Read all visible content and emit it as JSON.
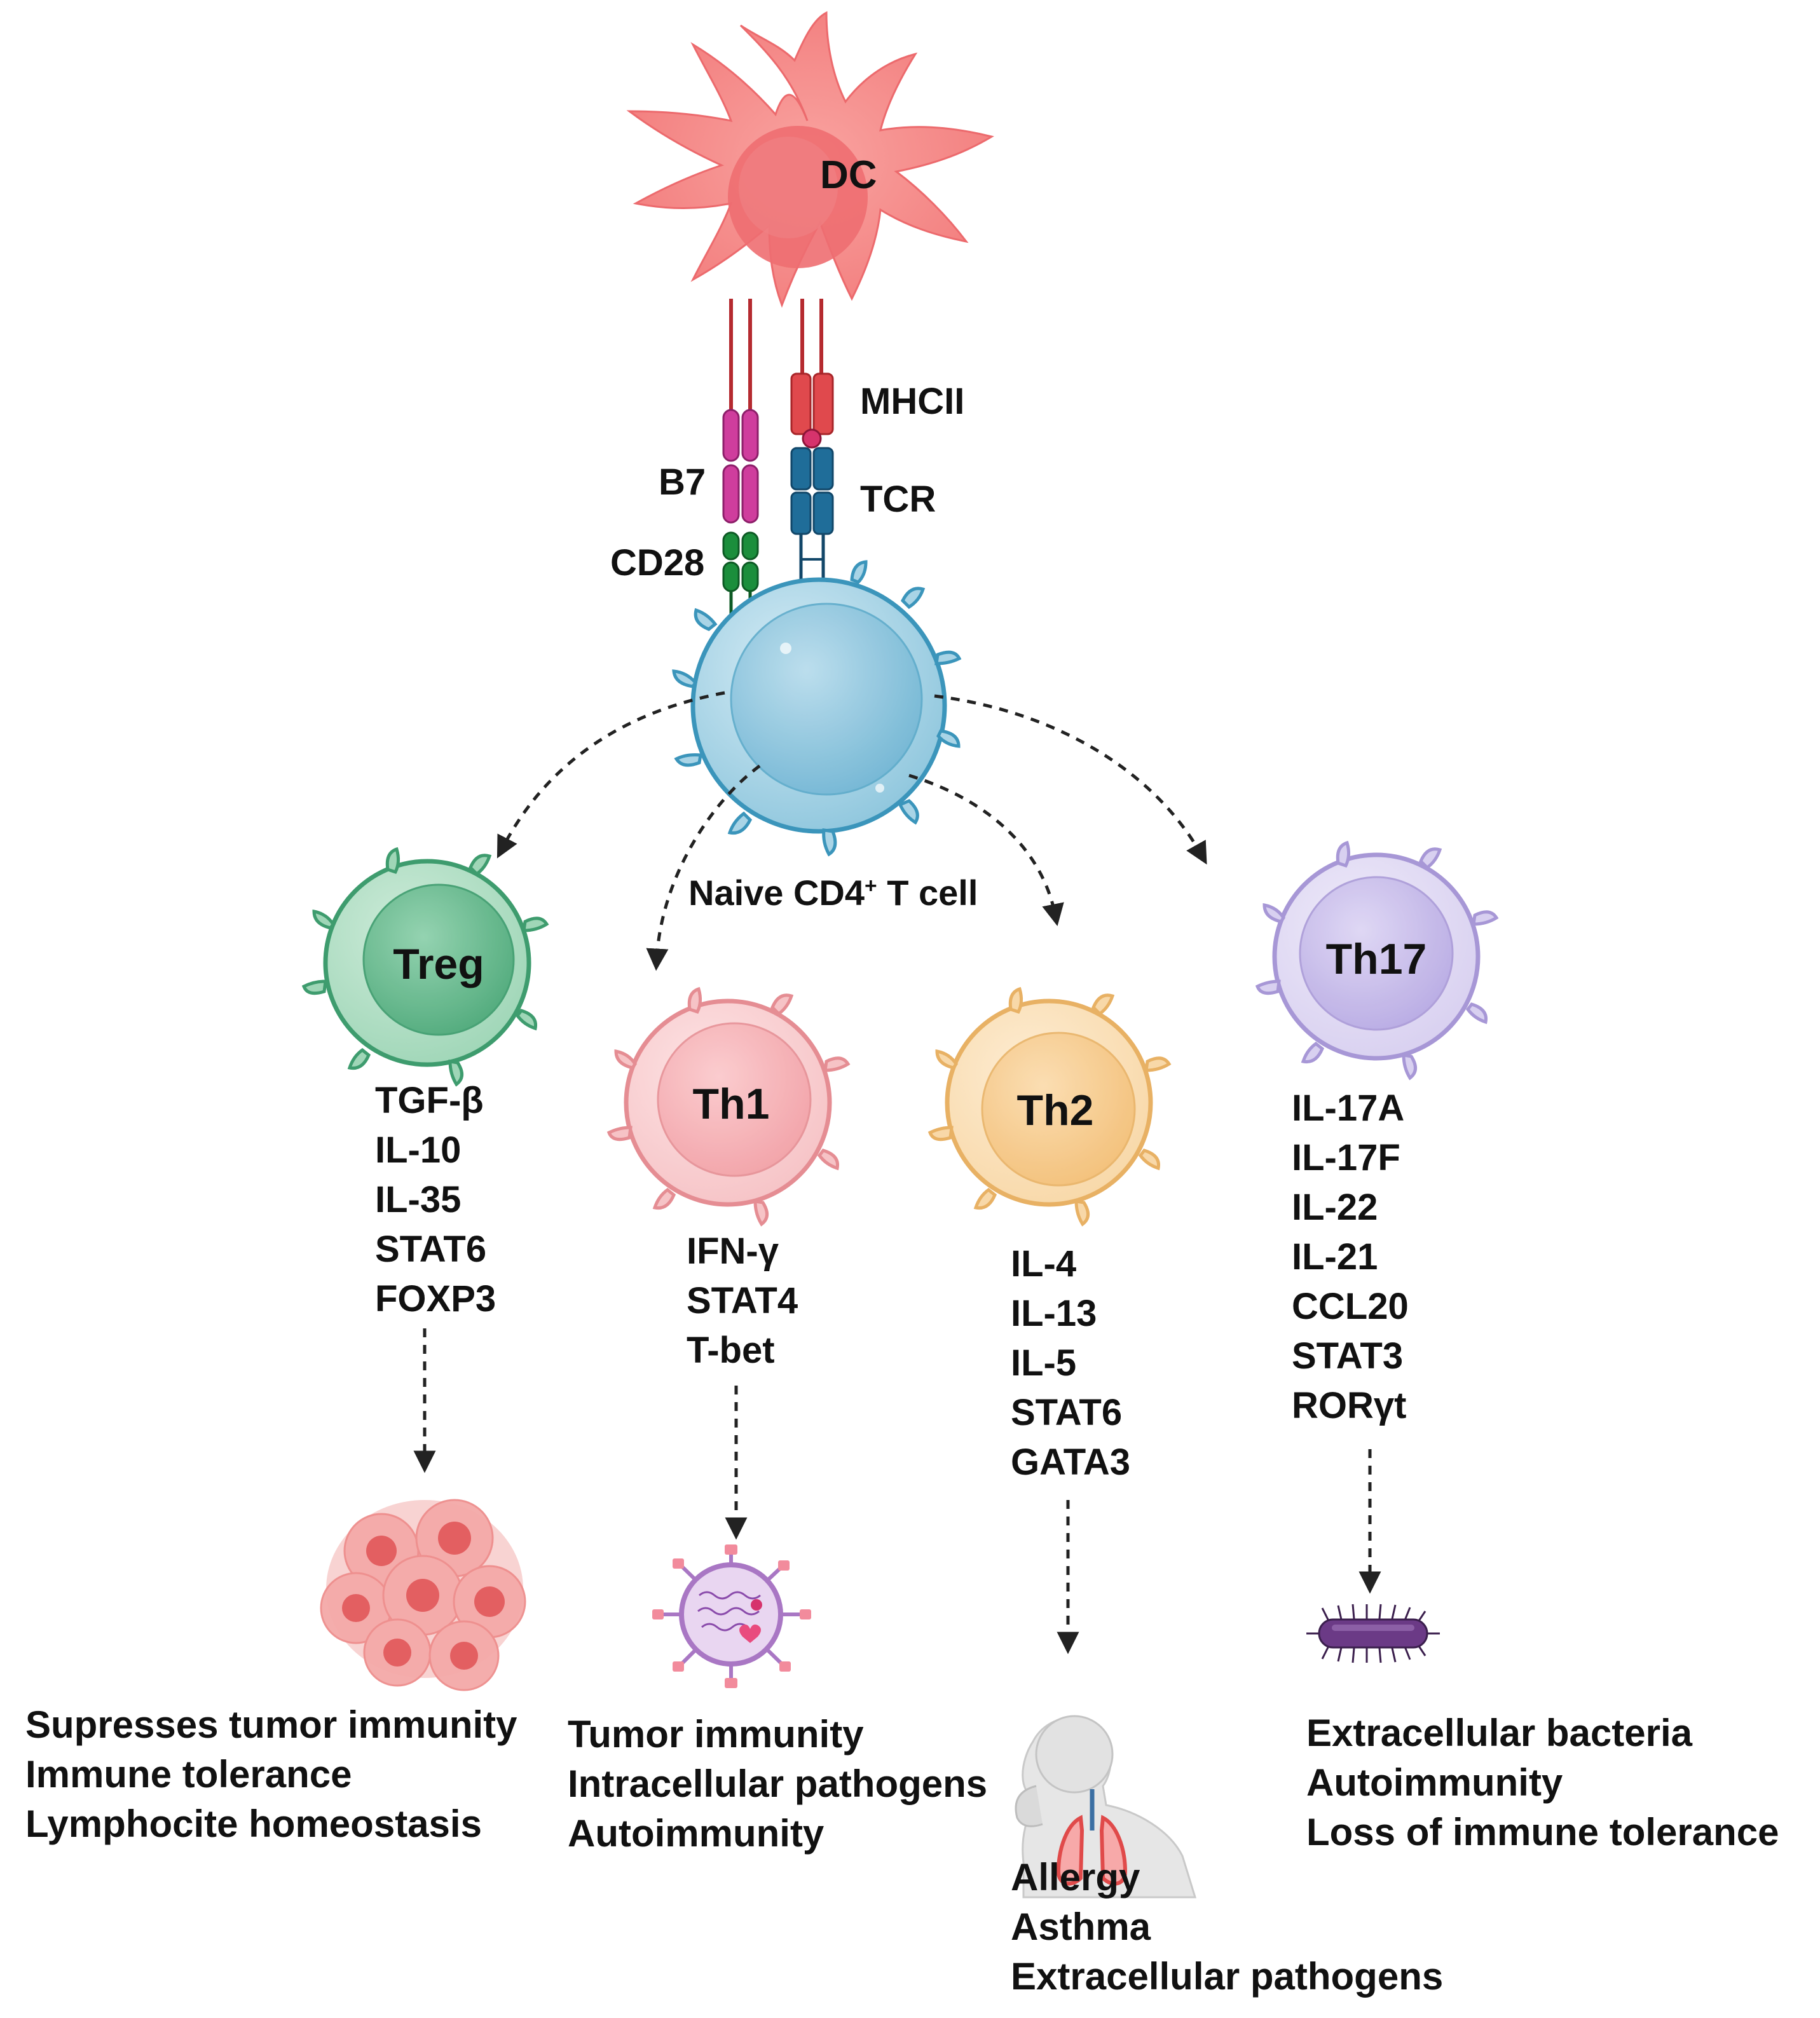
{
  "dc": {
    "label": "DC"
  },
  "molecules": {
    "mhc": "MHCII",
    "tcr": "TCR",
    "b7": "B7",
    "cd28": "CD28"
  },
  "naive": {
    "label": "Naive CD4",
    "sup": "+",
    "suffix": " T cell"
  },
  "cells": {
    "treg": {
      "label": "Treg",
      "markers": [
        "TGF-β",
        "IL-10",
        "IL-35",
        "STAT6",
        "FOXP3"
      ],
      "outcomes": [
        "Supresses tumor immunity",
        "Immune tolerance",
        "Lymphocite homeostasis"
      ],
      "icon": "tumor-cells-icon"
    },
    "th1": {
      "label": "Th1",
      "markers": [
        "IFN-γ",
        "STAT4",
        "T-bet"
      ],
      "outcomes": [
        "Tumor immunity",
        "Intracellular pathogens",
        "Autoimmunity"
      ],
      "icon": "virus-icon"
    },
    "th2": {
      "label": "Th2",
      "markers": [
        "IL-4",
        "IL-13",
        "IL-5",
        "STAT6",
        "GATA3"
      ],
      "outcomes": [
        "Allergy",
        "Asthma",
        "Extracellular pathogens"
      ],
      "icon": "asthma-patient-lungs-icon"
    },
    "th17": {
      "label": "Th17",
      "markers": [
        "IL-17A",
        "IL-17F",
        "IL-22",
        "IL-21",
        "CCL20",
        "STAT3",
        "RORγt"
      ],
      "outcomes": [
        "Extracellular bacteria",
        "Autoimmunity",
        "Loss of immune tolerance"
      ],
      "icon": "bacterium-icon"
    }
  },
  "colors": {
    "dc": "#f48b8b",
    "dc_nucleus": "#ee6f72",
    "naive": "#a9d4e6",
    "naive_edge": "#3b95bb",
    "treg": "#6fc29a",
    "treg_edge": "#3e9c6e",
    "th1": "#f6b3b6",
    "th1_edge": "#e58d93",
    "th2": "#f8d39a",
    "th2_edge": "#e8b164",
    "th17": "#cfc4ec",
    "th17_edge": "#a797d6",
    "mhc": "#e0494d",
    "tcr": "#1f6d99",
    "b7": "#cf3d9d",
    "cd28": "#1b8e3c"
  }
}
